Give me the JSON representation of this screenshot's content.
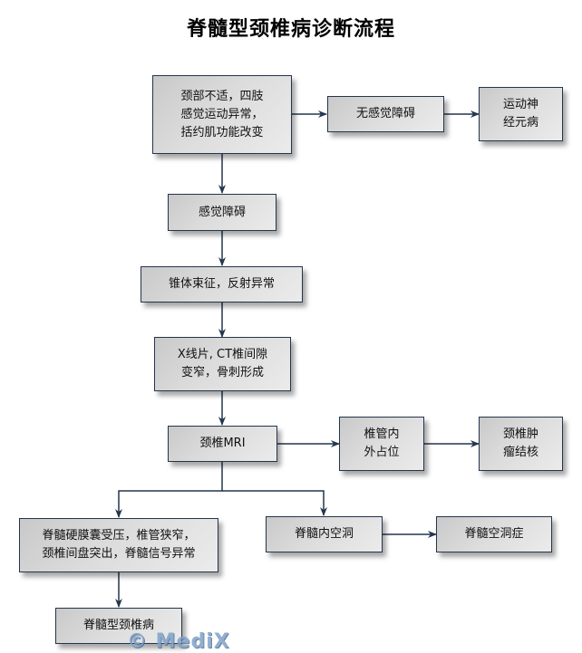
{
  "title": "脊髓型颈椎病诊断流程",
  "nodes": {
    "n1": "颈部不适，四肢\n感觉运动异常，\n括约肌功能改变",
    "n2": "无感觉障碍",
    "n3": "运动神\n经元病",
    "n4": "感觉障碍",
    "n5": "锥体束征，反射异常",
    "n6": "X线片, CT椎间隙\n变窄，骨刺形成",
    "n7": "颈椎MRI",
    "n8": "椎管内\n外占位",
    "n9": "颈椎肿\n瘤结核",
    "n10": "脊髓硬膜囊受压，椎管狭窄，\n颈椎间盘突出，脊髓信号异常",
    "n11": "脊髓内空洞",
    "n12": "脊髓空洞症",
    "n13": "脊髓型颈椎病"
  },
  "edges": [
    {
      "from": "n1",
      "to": "n2"
    },
    {
      "from": "n2",
      "to": "n3"
    },
    {
      "from": "n1",
      "to": "n4"
    },
    {
      "from": "n4",
      "to": "n5"
    },
    {
      "from": "n5",
      "to": "n6"
    },
    {
      "from": "n6",
      "to": "n7"
    },
    {
      "from": "n7",
      "to": "n8"
    },
    {
      "from": "n8",
      "to": "n9"
    },
    {
      "from": "n7",
      "to": "n10"
    },
    {
      "from": "n7",
      "to": "n11"
    },
    {
      "from": "n11",
      "to": "n12"
    },
    {
      "from": "n10",
      "to": "n13"
    }
  ],
  "colors": {
    "line": "#23364d",
    "box_border": "#23364d",
    "watermark": "#7fa2c8"
  },
  "watermark": "© MediX"
}
